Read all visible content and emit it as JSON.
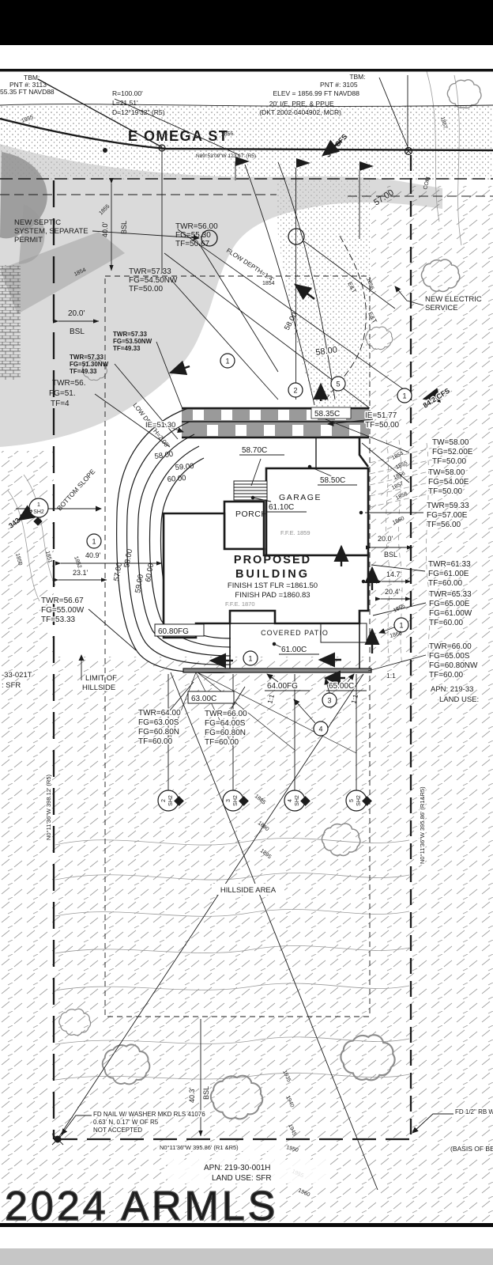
{
  "watermark": {
    "text": "2024 ARMLS"
  },
  "street": {
    "name": "E OMEGA ST",
    "bearing": "N89°53'09\"W  123.67' (R5)"
  },
  "tbm_left": {
    "l1": "TBM:",
    "l2": "PNT #: 3113",
    "l3": "55.35 FT NAVD88"
  },
  "tbm_right": {
    "l1": "TBM:",
    "l2": "PNT #: 3105",
    "l3": "ELEV = 1856.99 FT NAVD88"
  },
  "curve_data": {
    "l1": "R=100.00'",
    "l2": "L=21.51'",
    "l3": "D=12°19'32\" (R5)"
  },
  "easement": {
    "l1": "20' I/E, PRE, & PPUE",
    "l2": "(DKT 2002-0404902, MCR)"
  },
  "septic": {
    "l1": "NEW SEPTIC",
    "l2": "SYSTEM, SEPARATE",
    "l3": "PERMIT"
  },
  "electric": {
    "l1": "NEW ELECTRIC",
    "l2": "SERVICE"
  },
  "building": {
    "title1": "PROPOSED",
    "title2": "BUILDING",
    "finish_floor": "FINISH 1ST FLR =1861.50",
    "finish_pad": "FINISH PAD  =1860.83",
    "porch": "PORCH",
    "garage": "GARAGE",
    "patio": "COVERED  PATIO",
    "ffe_a": "F.F.E. 1859",
    "ffe_b": "F.F.E. 1870"
  },
  "callouts": [
    [
      "TWR=56.00",
      "FG=55.30",
      "TF=50.67"
    ],
    [
      "TWR=57.33",
      "FG=54.50NW",
      "TF=50.00"
    ],
    [
      "TWR=57.33",
      "FG=53.50NW",
      "TF=49.33"
    ],
    [
      "TWR=57.33",
      "FG=51.30NW",
      "TF=49.33"
    ],
    [
      "TWR=56.",
      "FG=51.",
      "TF=4"
    ],
    [
      "TWR=56.67",
      "FG=55.00W",
      "TF=53.33"
    ],
    [
      "TW=58.00",
      "FG=52.00E",
      "TF=50.00"
    ],
    [
      "TW=58.00",
      "FG=54.00E",
      "TF=50.00"
    ],
    [
      "TWR=59.33",
      "FG=57.00E",
      "TF=56.00"
    ],
    [
      "TWR=61.33",
      "FG=61.00E",
      "TF=60.00"
    ],
    [
      "TWR=65.33",
      "FG=65.00E",
      "FG=61.00W",
      "TF=60.00"
    ],
    [
      "TWR=66.00",
      "FG=65.00S",
      "FG=60.80NW",
      "TF=60.00"
    ],
    [
      "TWR=64.00",
      "FG=63.00S",
      "FG=60.80N",
      "TF=60.00"
    ],
    [
      "TWR=66.00",
      "FG=64.00S",
      "FG=60.80N",
      "TF=60.00"
    ]
  ],
  "spots": {
    "s5835": "58.35C",
    "s5870": "58.70C",
    "s5850": "58.50C",
    "s6110": "61.10C",
    "s6100": "61.00C",
    "s6080": "60.80FG",
    "s6300": "63.00C",
    "s6400": "64.00FG",
    "s6500": "65.00C"
  },
  "inverts": {
    "ie1": "IE=51.30",
    "ie2a": "IE=51.77",
    "ie2b": "TF=50.00"
  },
  "dims": {
    "bsl20": "20.0'",
    "bsl": "BSL",
    "bsl40": "40.0'",
    "d409": "40.9'",
    "d231": "23.1'",
    "d147": "14.7'",
    "d204": "20.4'",
    "bsl403": "40.3'",
    "slope11": "1:1"
  },
  "flows": {
    "cfs342": "342 CFS",
    "cfs842": "84.2 CFS",
    "depth14": "FLOW DEPTH=1.4'",
    "depth208": "LOW DEPTH=2.08'",
    "bottom_slope": "BOTTOM SLOPE"
  },
  "keynotes": {
    "k1": "1",
    "k2": "2",
    "k3": "3",
    "k4": "4",
    "k5": "5",
    "sh2": "SH2"
  },
  "utilities": {
    "et": "E&T",
    "com": "COM"
  },
  "areas": {
    "limit1": "LIMIT OF",
    "limit2": "HILLSIDE",
    "hillside": "HILLSIDE  AREA"
  },
  "monuments": {
    "nail1": "FD NAIL W/ WASHER MKD RLS 41076",
    "nail2": "0.63' N, 0.17' W OF R5",
    "nail3": "NOT ACCEPTED",
    "rebar": "FD 1/2\" RB W/",
    "basis": "(BASIS OF BEA"
  },
  "parcels": {
    "right1": "APN:   219-33",
    "right2": "LAND USE:",
    "left1": "-33-021T",
    "left2": ":   SFR",
    "bottom1": "APN:    219-30-001H",
    "bottom2": "LAND USE:    SFR"
  },
  "bearings": {
    "west": "N0°11'36\"W  398.12' (R5)",
    "east": "N0°11'36\"W  395.86' (R1&R5)",
    "south": "N0°11'36\"W  395.86' (R1 &R5)"
  },
  "grades": [
    "57.00",
    "58.00",
    "58.00",
    "59.00",
    "60.00",
    "57.00",
    "58.00",
    "59.00",
    "60.00",
    "58.00"
  ],
  "contours": [
    "1855",
    "1856",
    "1857",
    "1855",
    "1854",
    "1854",
    "1856",
    "1854",
    "1855",
    "1856",
    "1857",
    "1858",
    "1860",
    "1865",
    "1866",
    "1885",
    "1890",
    "1895",
    "1935",
    "1940",
    "1945",
    "1950",
    "1955",
    "1960",
    "1850",
    "1851",
    "1852"
  ]
}
